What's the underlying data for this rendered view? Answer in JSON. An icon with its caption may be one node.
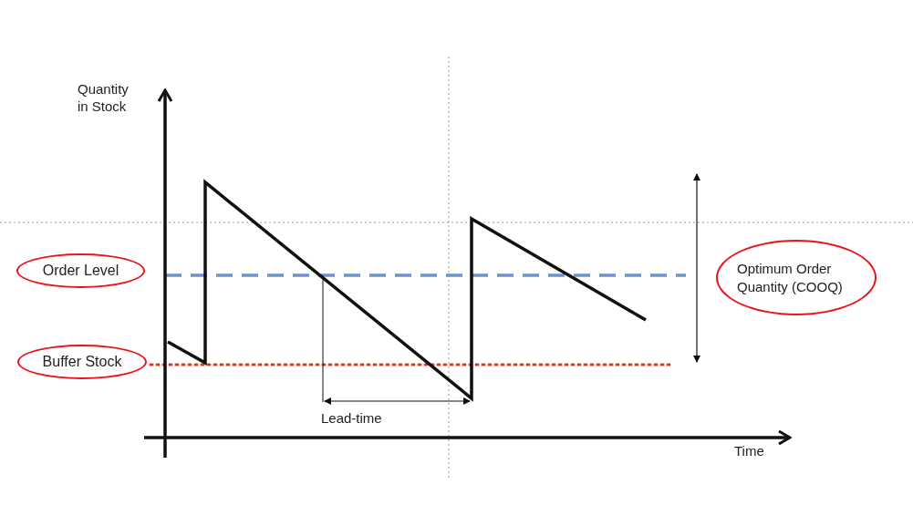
{
  "diagram": {
    "nodes": [
      {
        "text": [
          "Order Level"
        ]
      },
      {
        "text": [
          "Optimum Order Quantity (COOQ)"
        ]
      },
      {
        "text": [
          "Buffer Stock"
        ]
      }
    ],
    "labels": [
      "Quantity in Stock",
      "Lead-time",
      "Time"
    ]
  }
}
